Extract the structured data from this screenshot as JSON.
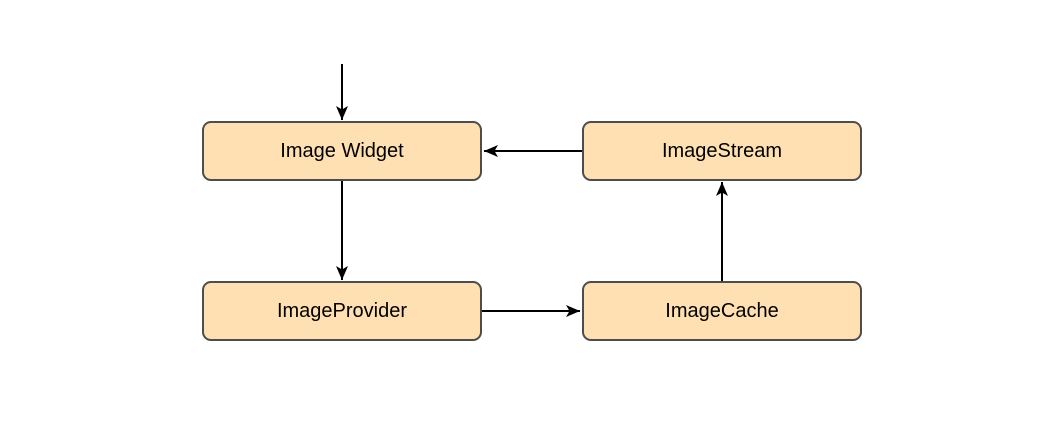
{
  "diagram": {
    "nodes": [
      {
        "id": "image-widget",
        "label": "Image Widget"
      },
      {
        "id": "image-stream",
        "label": "ImageStream"
      },
      {
        "id": "image-provider",
        "label": "ImageProvider"
      },
      {
        "id": "image-cache",
        "label": "ImageCache"
      }
    ],
    "edges": [
      {
        "from": "entry-point",
        "to": "Image Widget",
        "direction": "down"
      },
      {
        "from": "ImageStream",
        "to": "Image Widget",
        "direction": "left"
      },
      {
        "from": "Image Widget",
        "to": "ImageProvider",
        "direction": "down"
      },
      {
        "from": "ImageProvider",
        "to": "ImageCache",
        "direction": "right"
      },
      {
        "from": "ImageCache",
        "to": "ImageStream",
        "direction": "up"
      }
    ],
    "colors": {
      "node_fill": "#FFE0B2",
      "node_border": "#4D4D4D",
      "arrow": "#000000",
      "background": "#FFFFFF",
      "text": "#000000"
    }
  }
}
